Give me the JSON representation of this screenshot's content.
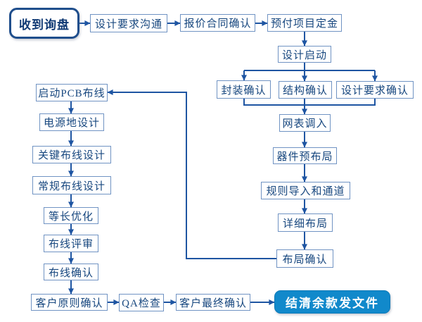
{
  "diagram": {
    "type": "flowchart",
    "description": "PCB design service workflow flowchart (Chinese)"
  },
  "colors": {
    "background": "#ffffff",
    "box_border": "#7093c3",
    "box_text": "#17477f",
    "connector_line": "#1e55a2",
    "start_box_border": "#1f4e8c",
    "end_box_fill": "#1189cb",
    "end_box_text": "#ffffff"
  },
  "nodes": {
    "start": "收到询盘",
    "comm": "设计要求沟通",
    "quote": "报价合同确认",
    "deposit": "预付项目定金",
    "kickoff": "设计启动",
    "footprint": "封装确认",
    "structure": "结构确认",
    "design_req": "设计要求确认",
    "netlist": "网表调入",
    "preplace": "器件预布局",
    "rules": "规则导入和通道",
    "detail_place": "详细布局",
    "place_confirm": "布局确认",
    "start_routing": "启动PCB布线",
    "power_gnd": "电源地设计",
    "critical_routing": "关键布线设计",
    "general_routing": "常规布线设计",
    "length_match": "等长优化",
    "routing_review": "布线评审",
    "routing_confirm": "布线确认",
    "cust_principle": "客户原则确认",
    "qa": "QA检查",
    "cust_final": "客户最终确认",
    "end": "结清余款发文件"
  }
}
